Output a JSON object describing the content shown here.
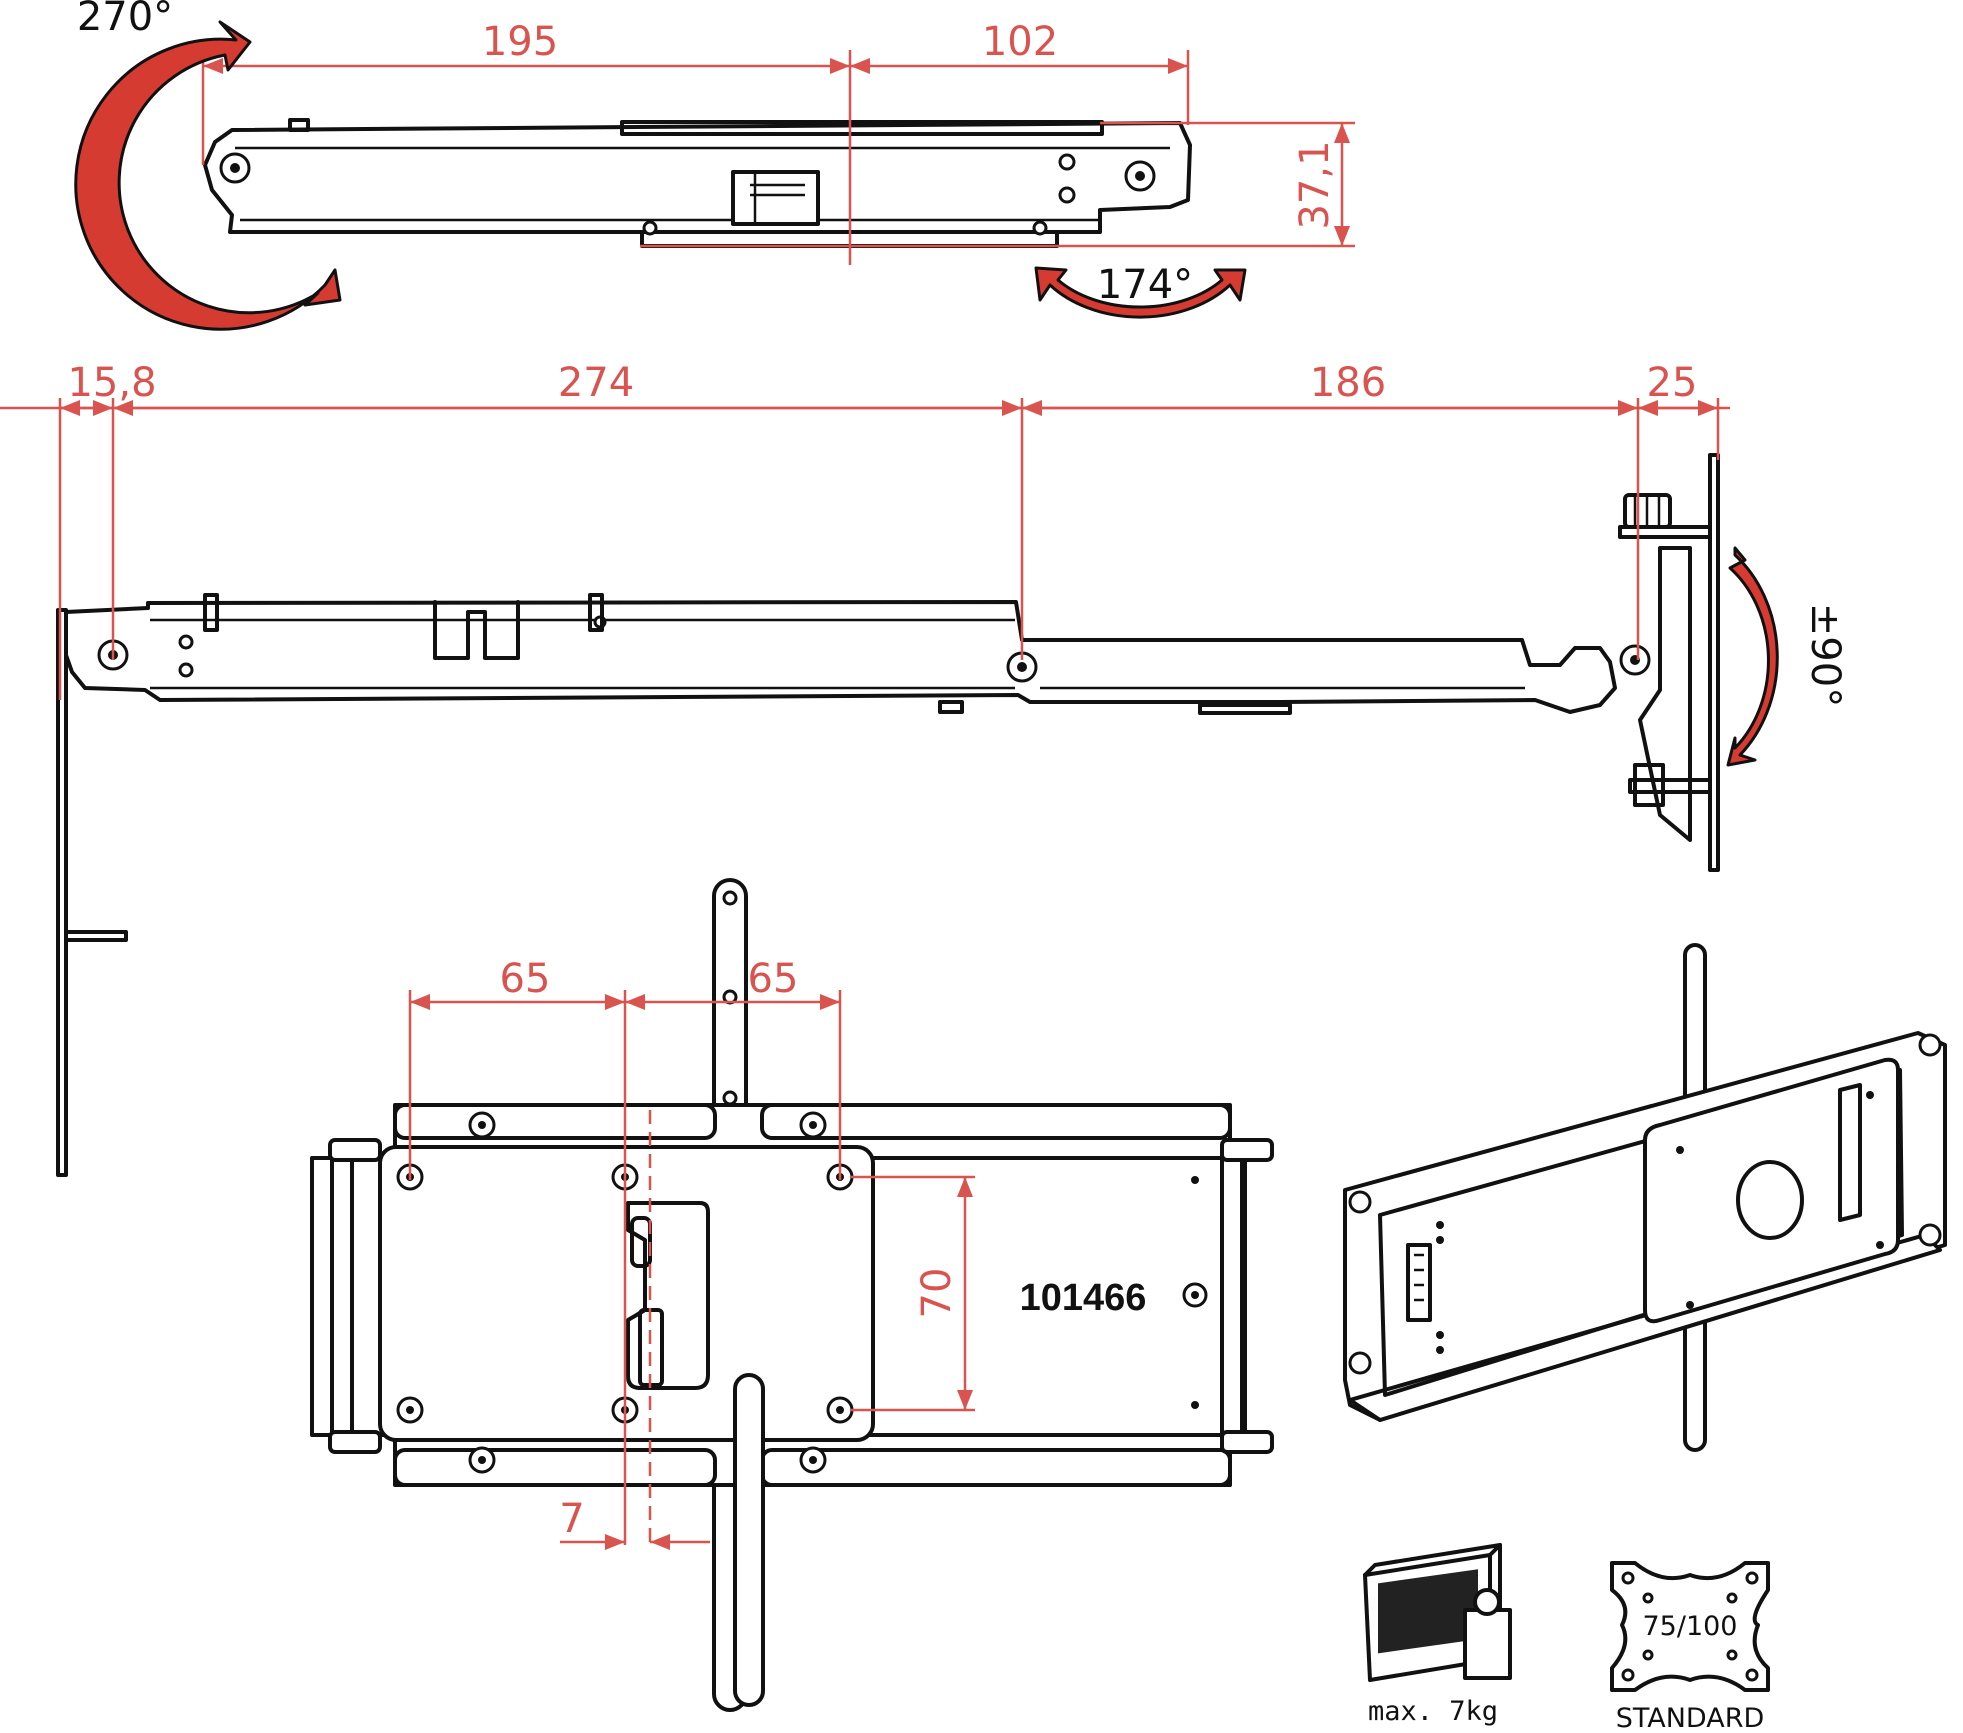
{
  "rotation_labels": {
    "arm_rotation": "270°",
    "mount_tilt": "174°",
    "wall_swivel": "±90°"
  },
  "dimensions": {
    "top_view": {
      "left_span": "195",
      "right_span": "102",
      "height": "37,1"
    },
    "side_view": {
      "wall_offset": "15,8",
      "arm_first": "274",
      "arm_second": "186",
      "head": "25"
    },
    "front_view": {
      "hole_spacing_left": "65",
      "hole_spacing_right": "65",
      "vertical_spacing": "70",
      "offset": "7"
    }
  },
  "model_number": "101466",
  "specs": {
    "max_load": "max. 7kg",
    "vesa_pattern": "75/100",
    "vesa_label": "STANDARD"
  },
  "colors": {
    "dimension": "#d9534f",
    "arrow": "#d63b32",
    "outline": "#111111"
  }
}
